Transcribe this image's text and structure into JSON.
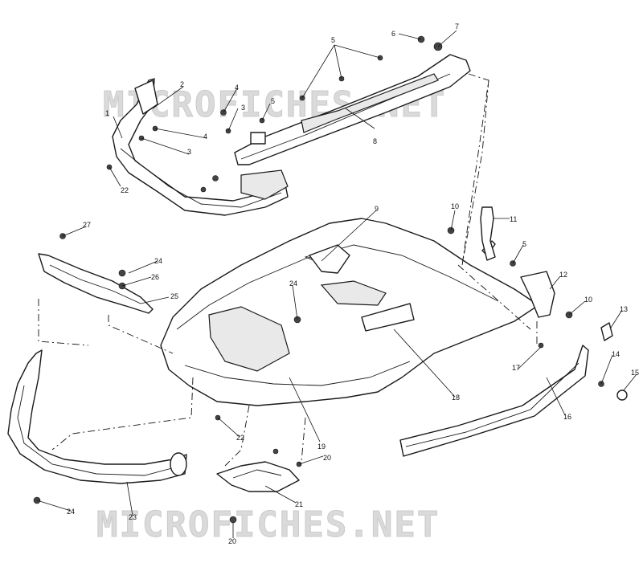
{
  "watermarks": {
    "top": "MICROFICHES.NET",
    "bottom": "MICROFICHES.NET"
  },
  "callouts": {
    "c1": "1",
    "c2": "2",
    "c3a": "3",
    "c3b": "3",
    "c4a": "4",
    "c4b": "4",
    "c5a": "5",
    "c5b": "5",
    "c5c": "5",
    "c6": "6",
    "c7": "7",
    "c8": "8",
    "c9": "9",
    "c10a": "10",
    "c10b": "10",
    "c11": "11",
    "c12": "12",
    "c13": "13",
    "c14": "14",
    "c15": "15",
    "c16": "16",
    "c17": "17",
    "c18": "18",
    "c19": "19",
    "c20a": "20",
    "c20b": "20",
    "c21": "21",
    "c22a": "22",
    "c22b": "22",
    "c23": "23",
    "c24a": "24",
    "c24b": "24",
    "c24c": "24",
    "c25": "25",
    "c26": "26",
    "c27": "27"
  }
}
